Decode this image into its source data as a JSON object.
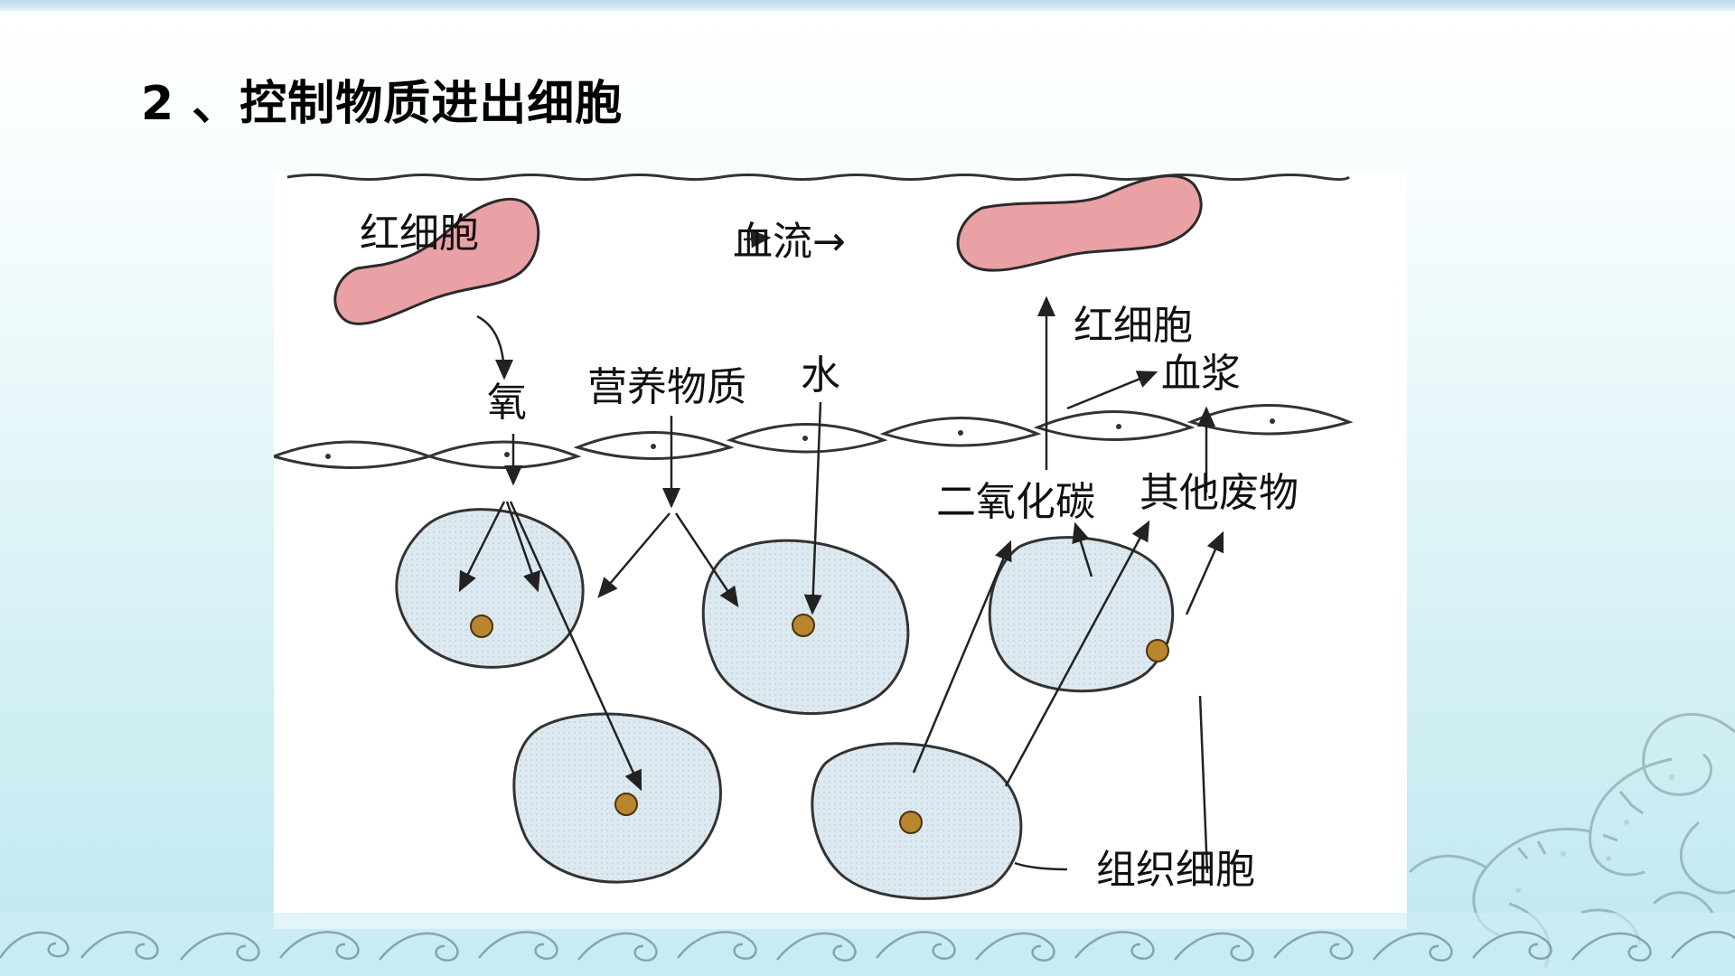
{
  "slide": {
    "title": "2 、控制物质进出细胞"
  },
  "diagram": {
    "labels": {
      "red_cell_left": "红细胞",
      "blood_flow": "血流→",
      "red_cell_right": "红细胞",
      "plasma": "血浆",
      "oxygen": "氧",
      "nutrients": "营养物质",
      "water": "水",
      "carbon_dioxide": "二氧化碳",
      "other_waste": "其他废物",
      "tissue_cells": "组织细胞"
    }
  },
  "colors": {
    "red_cell_fill": "#e9a1a6",
    "tissue_cell_fill": "#dbe9f1",
    "nucleus_fill": "#b8862d",
    "outline": "#2a2a2a"
  }
}
